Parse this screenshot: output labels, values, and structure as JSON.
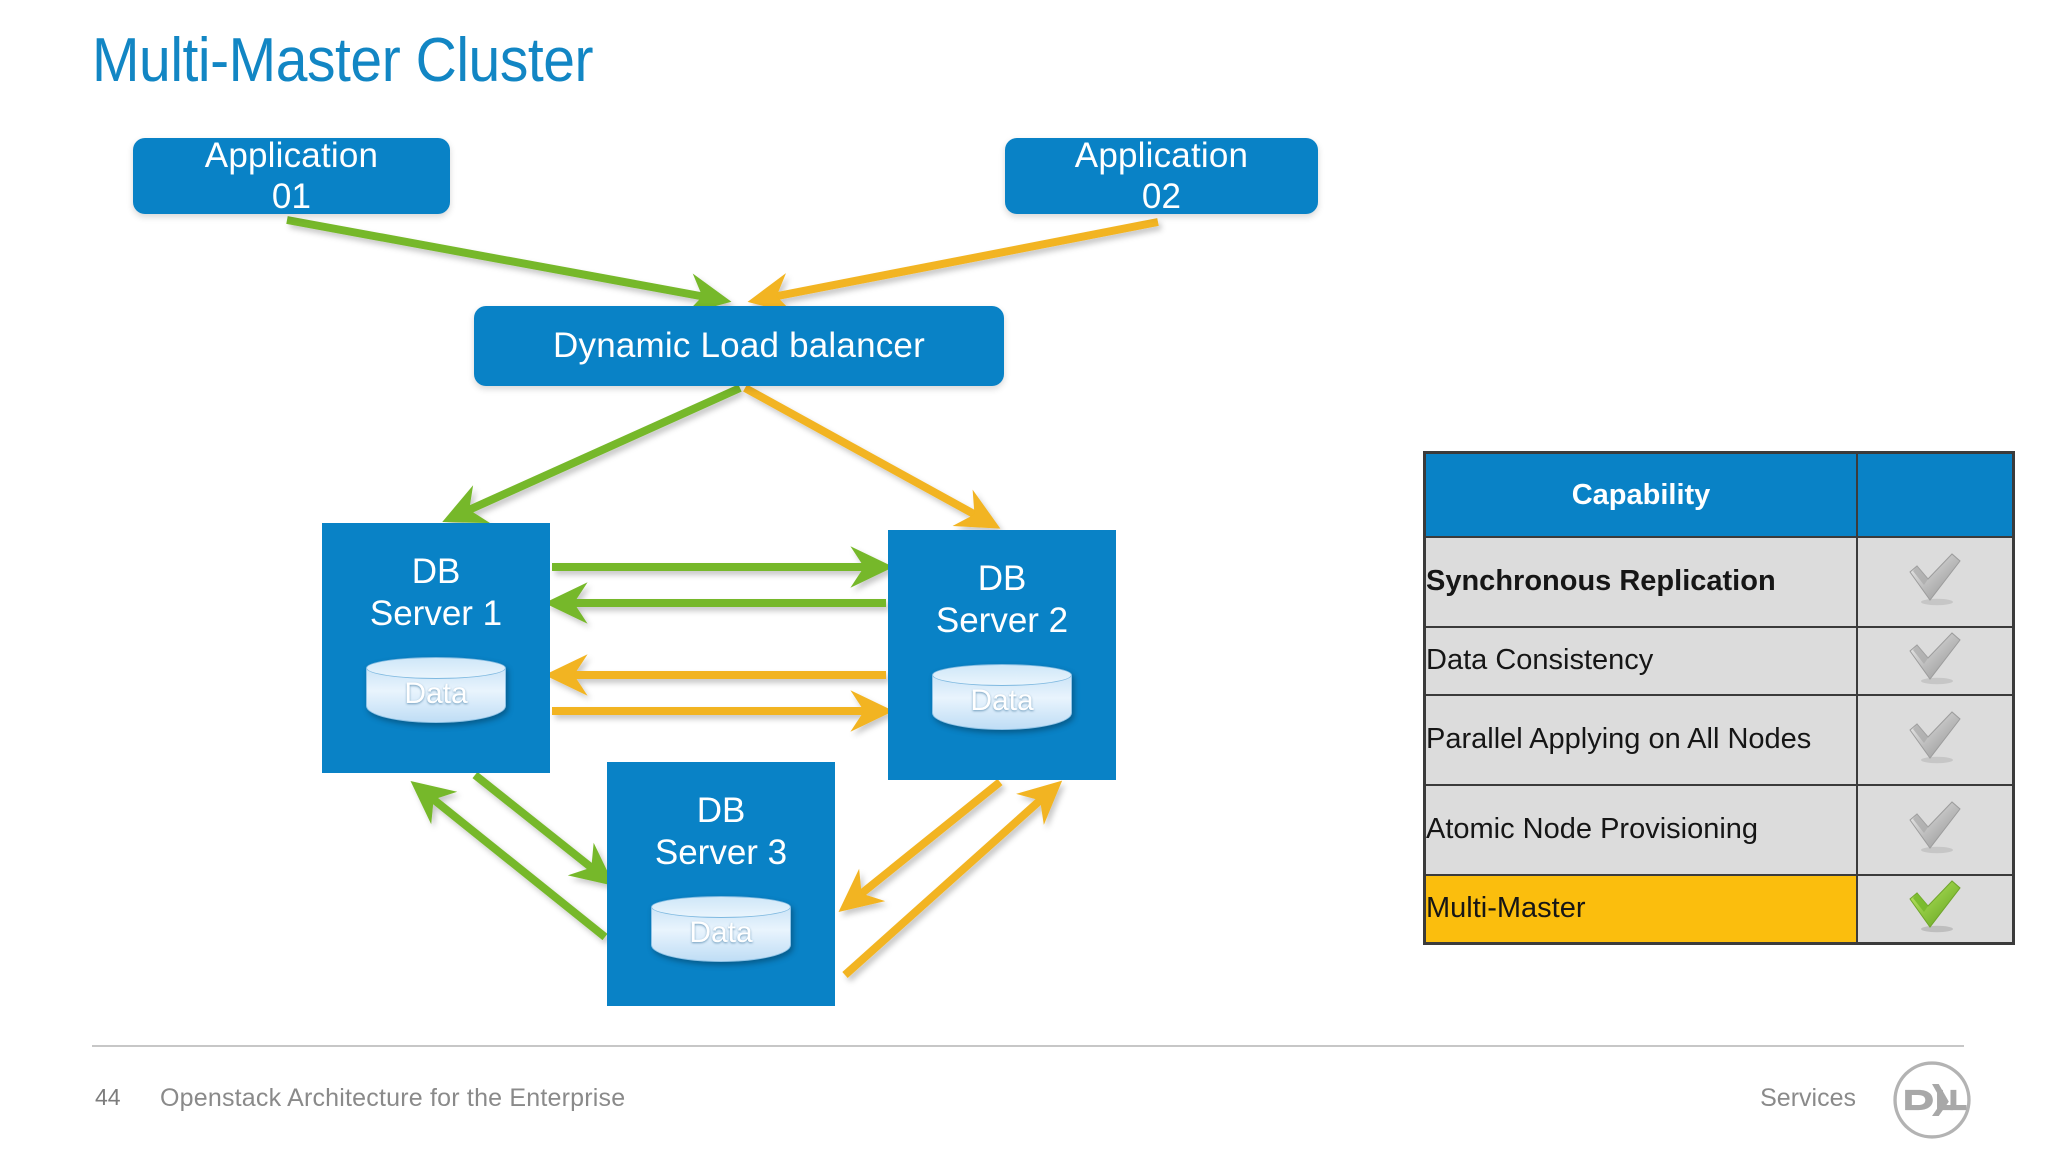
{
  "slide": {
    "title": "Multi-Master Cluster",
    "accent_blue": "#0982C6",
    "title_blue": "#1286C4",
    "green": "#76B82A",
    "orange": "#F2B420",
    "highlight_yellow": "#FBBE0D"
  },
  "diagram": {
    "applications": [
      {
        "label": "Application\n01"
      },
      {
        "label": "Application\n02"
      }
    ],
    "load_balancer": {
      "label": "Dynamic Load balancer"
    },
    "db_servers": [
      {
        "label": "DB\nServer 1",
        "store_label": "Data"
      },
      {
        "label": "DB\nServer 2",
        "store_label": "Data"
      },
      {
        "label": "DB\nServer 3",
        "store_label": "Data"
      }
    ]
  },
  "capability_table": {
    "header": {
      "capability": "Capability",
      "mark": ""
    },
    "rows": [
      {
        "label": "Synchronous Replication",
        "bold": true,
        "highlight": false,
        "mark": "grey-check-icon"
      },
      {
        "label": "Data Consistency",
        "bold": false,
        "highlight": false,
        "mark": "grey-check-icon"
      },
      {
        "label": "Parallel Applying on All Nodes",
        "bold": false,
        "highlight": false,
        "mark": "grey-check-icon"
      },
      {
        "label": "Atomic Node Provisioning",
        "bold": false,
        "highlight": false,
        "mark": "grey-check-icon"
      },
      {
        "label": "Multi-Master",
        "bold": false,
        "highlight": true,
        "mark": "green-check-icon"
      }
    ]
  },
  "footer": {
    "page_number": "44",
    "deck_title": "Openstack Architecture for the Enterprise",
    "services_label": "Services",
    "logo_text": "DELL"
  }
}
